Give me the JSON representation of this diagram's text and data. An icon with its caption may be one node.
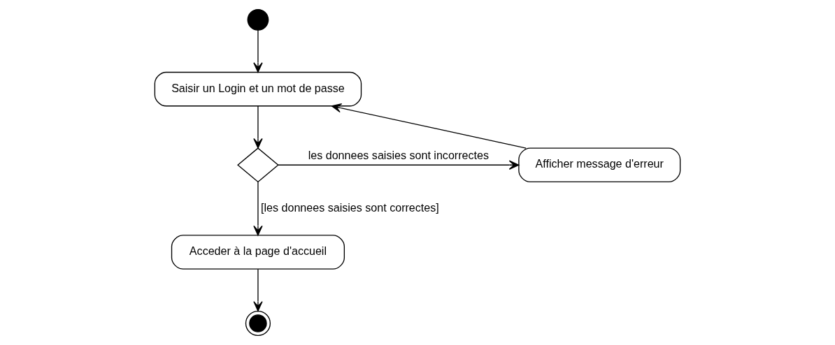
{
  "diagram": {
    "nodes": [
      {
        "text": [],
        "shape": "circle"
      },
      {
        "text": [
          "Saisir un Login et un mot de passe"
        ]
      },
      {
        "text": [],
        "shape": "diamond"
      },
      {
        "text": [
          "Afficher message d'erreur"
        ]
      },
      {
        "text": [
          "Acceder à la page d'accueil"
        ]
      },
      {
        "text": [],
        "shape": "bullseye"
      }
    ],
    "edges": [
      {
        "from": 0,
        "to": 1,
        "arrow": "to"
      },
      {
        "from": 1,
        "to": 2,
        "arrow": "to"
      },
      {
        "from": 2,
        "to": 3,
        "arrow": "to",
        "label": "les donnees saisies sont incorrectes"
      },
      {
        "from": 3,
        "to": 1,
        "arrow": "to"
      },
      {
        "from": 2,
        "to": 4,
        "arrow": "to",
        "label": "[les donnees saisies sont correctes]"
      },
      {
        "from": 4,
        "to": 5,
        "arrow": "to"
      }
    ]
  }
}
